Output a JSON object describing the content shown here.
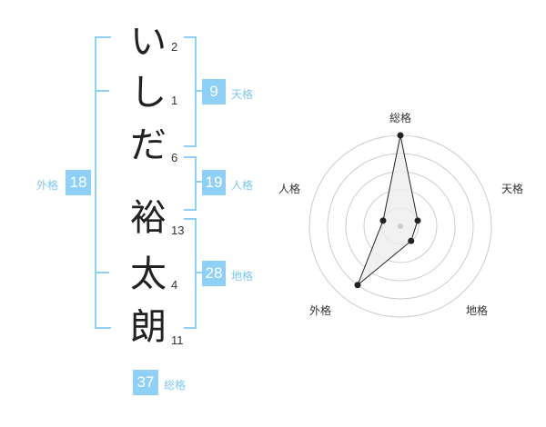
{
  "name_chars": [
    {
      "char": "い",
      "strokes": "2"
    },
    {
      "char": "し",
      "strokes": "1"
    },
    {
      "char": "だ",
      "strokes": "6"
    },
    {
      "char": "裕",
      "strokes": "13"
    },
    {
      "char": "太",
      "strokes": "4"
    },
    {
      "char": "朗",
      "strokes": "11"
    }
  ],
  "kaku": {
    "tenkaku": {
      "label": "天格",
      "value": "9"
    },
    "jinkaku": {
      "label": "人格",
      "value": "19"
    },
    "chikaku": {
      "label": "地格",
      "value": "28"
    },
    "gaikaku": {
      "label": "外格",
      "value": "18"
    },
    "soukaku": {
      "label": "総格",
      "value": "37"
    }
  },
  "radar": {
    "labels": {
      "top": "総格",
      "right": "天格",
      "bottom_right": "地格",
      "bottom_left": "外格",
      "left": "人格"
    },
    "levels": 5,
    "scores": {
      "soukaku": 5,
      "tenkaku": 1,
      "chikaku": 1,
      "gaikaku": 4,
      "jinkaku": 1
    },
    "colors": {
      "ring": "#cccccc",
      "line": "#222222",
      "fill": "#eeeeee",
      "center": "#cccccc"
    }
  },
  "accent_color": "#8fd0f6"
}
